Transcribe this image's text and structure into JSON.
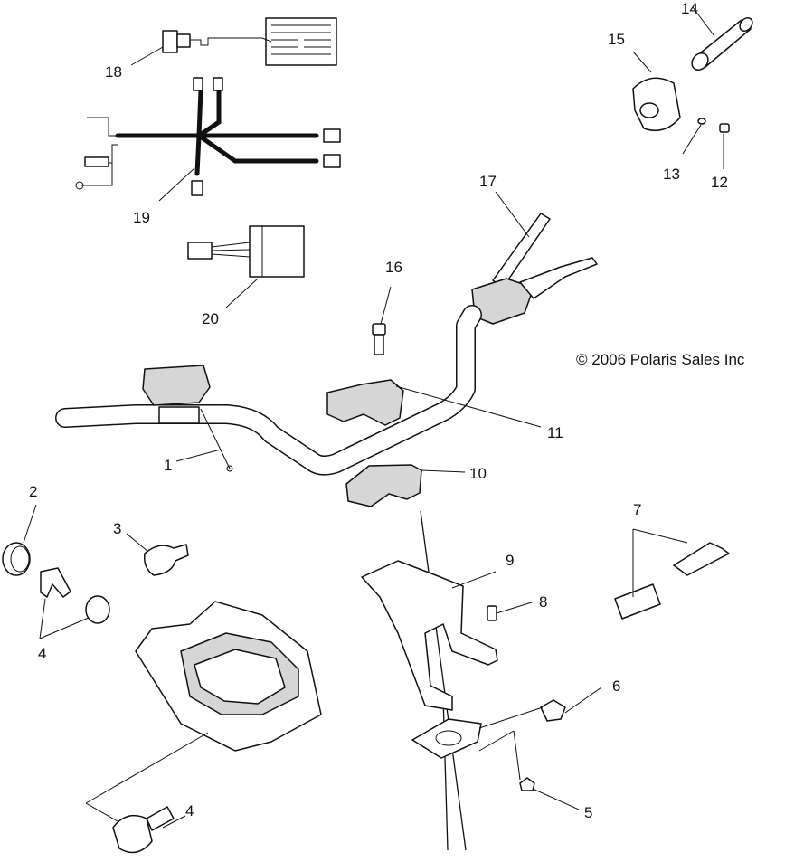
{
  "copyright": "© 2006 Polaris Sales Inc",
  "callouts": {
    "c1": "1",
    "c2": "2",
    "c3": "3",
    "c4a": "4",
    "c4b": "4",
    "c5": "5",
    "c6": "6",
    "c7": "7",
    "c8": "8",
    "c9": "9",
    "c10": "10",
    "c11": "11",
    "c12": "12",
    "c13": "13",
    "c14": "14",
    "c15": "15",
    "c16": "16",
    "c17": "17",
    "c18": "18",
    "c19": "19",
    "c20": "20"
  }
}
